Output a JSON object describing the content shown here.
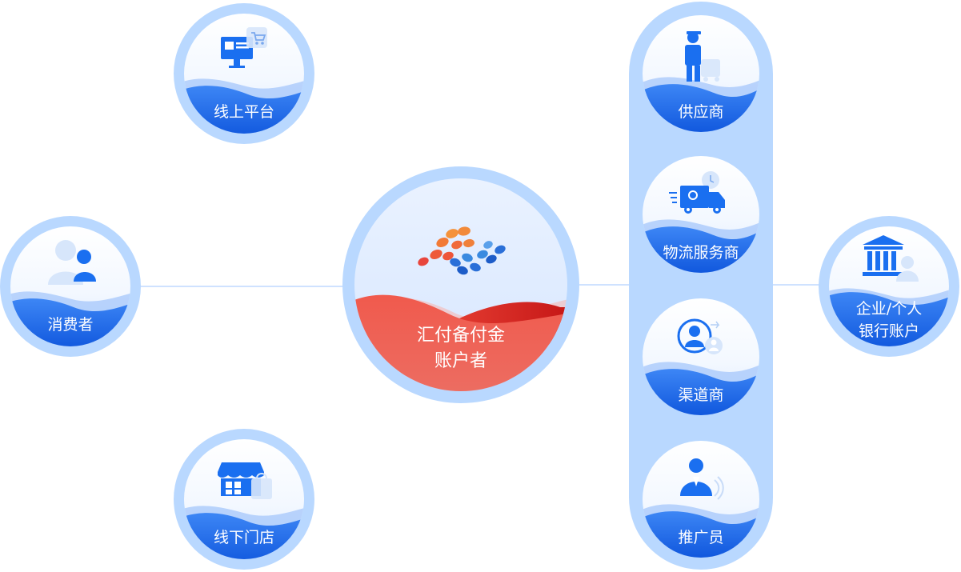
{
  "nodes": {
    "consumer": {
      "label": "消费者",
      "icon": "users-icon"
    },
    "online_platform": {
      "label": "线上平台",
      "icon": "computer-cart-icon"
    },
    "offline_store": {
      "label": "线下门店",
      "icon": "store-icon"
    },
    "center": {
      "label_line1": "汇付备付金",
      "label_line2": "账户者",
      "icon": "huifu-logo"
    },
    "supplier": {
      "label": "供应商",
      "icon": "delivery-worker-icon"
    },
    "logistics": {
      "label": "物流服务商",
      "icon": "truck-icon"
    },
    "channel": {
      "label": "渠道商",
      "icon": "agent-icon"
    },
    "promoter": {
      "label": "推广员",
      "icon": "businessman-icon"
    },
    "bank": {
      "label_line1": "企业/个人",
      "label_line2": "银行账户",
      "icon": "bank-icon"
    }
  },
  "colors": {
    "ring": "#b9d8ff",
    "wave_blue": "#1a66e8",
    "wave_red": "#ee4438",
    "icon_blue": "#1a6ff0"
  }
}
